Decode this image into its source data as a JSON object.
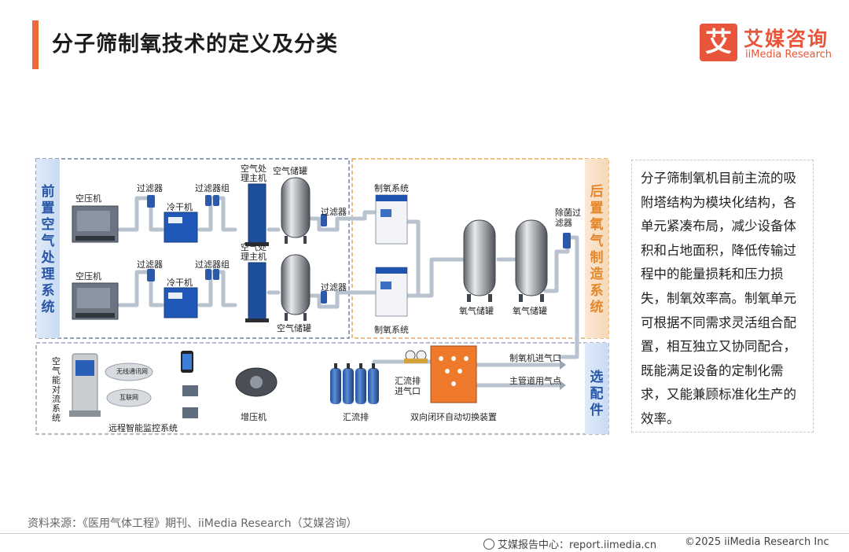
{
  "header": {
    "title": "分子筛制氧技术的定义及分类",
    "logo_mark": "艾",
    "logo_cn": "艾媒咨询",
    "logo_en": "iiMedia Research"
  },
  "diagram": {
    "section_front": "前置空气处理系统",
    "section_rear": "后置氧气制造系统",
    "section_optional": "选配件",
    "labels": {
      "compressor": "空压机",
      "filter": "过滤器",
      "dryer": "冷干机",
      "filter_group": "过滤器组",
      "air_unit": "空气处理主机",
      "air_tank": "空气储罐",
      "oxygen_system": "制氧系统",
      "oxygen_tank": "氧气储罐",
      "sterile_filter": "除菌过滤器",
      "monitor": "空气能对流系统",
      "wireless": "无线通讯网",
      "internet": "互联网",
      "remote_monitor": "远程智能监控系统",
      "booster": "增压机",
      "manifold": "汇流排",
      "manifold_inlet": "汇流排进气口",
      "switch_device": "双向闭环自动切换装置",
      "machine_inlet": "制氧机进气口",
      "main_pipe": "主管道用气点"
    }
  },
  "description": "分子筛制氧机目前主流的吸附塔结构为模块化结构，各单元紧凑布局，减少设备体积和占地面积，降低传输过程中的能量损耗和压力损失，制氧效率高。制氧单元可根据不同需求灵活组合配置，相互独立又协同配合，既能满足设备的定制化需求，又能兼顾标准化生产的效率。",
  "footer": {
    "source": "资料来源：《医用气体工程》期刊、iiMedia Research（艾媒咨询）",
    "center": "艾媒报告中心：report.iimedia.cn",
    "copyright": "©2025  iiMedia Research  Inc"
  },
  "colors": {
    "accent": "#ea6a3a",
    "brand": "#e8553a",
    "section_blue": "#3c78c8",
    "section_orange": "#e98a33"
  }
}
